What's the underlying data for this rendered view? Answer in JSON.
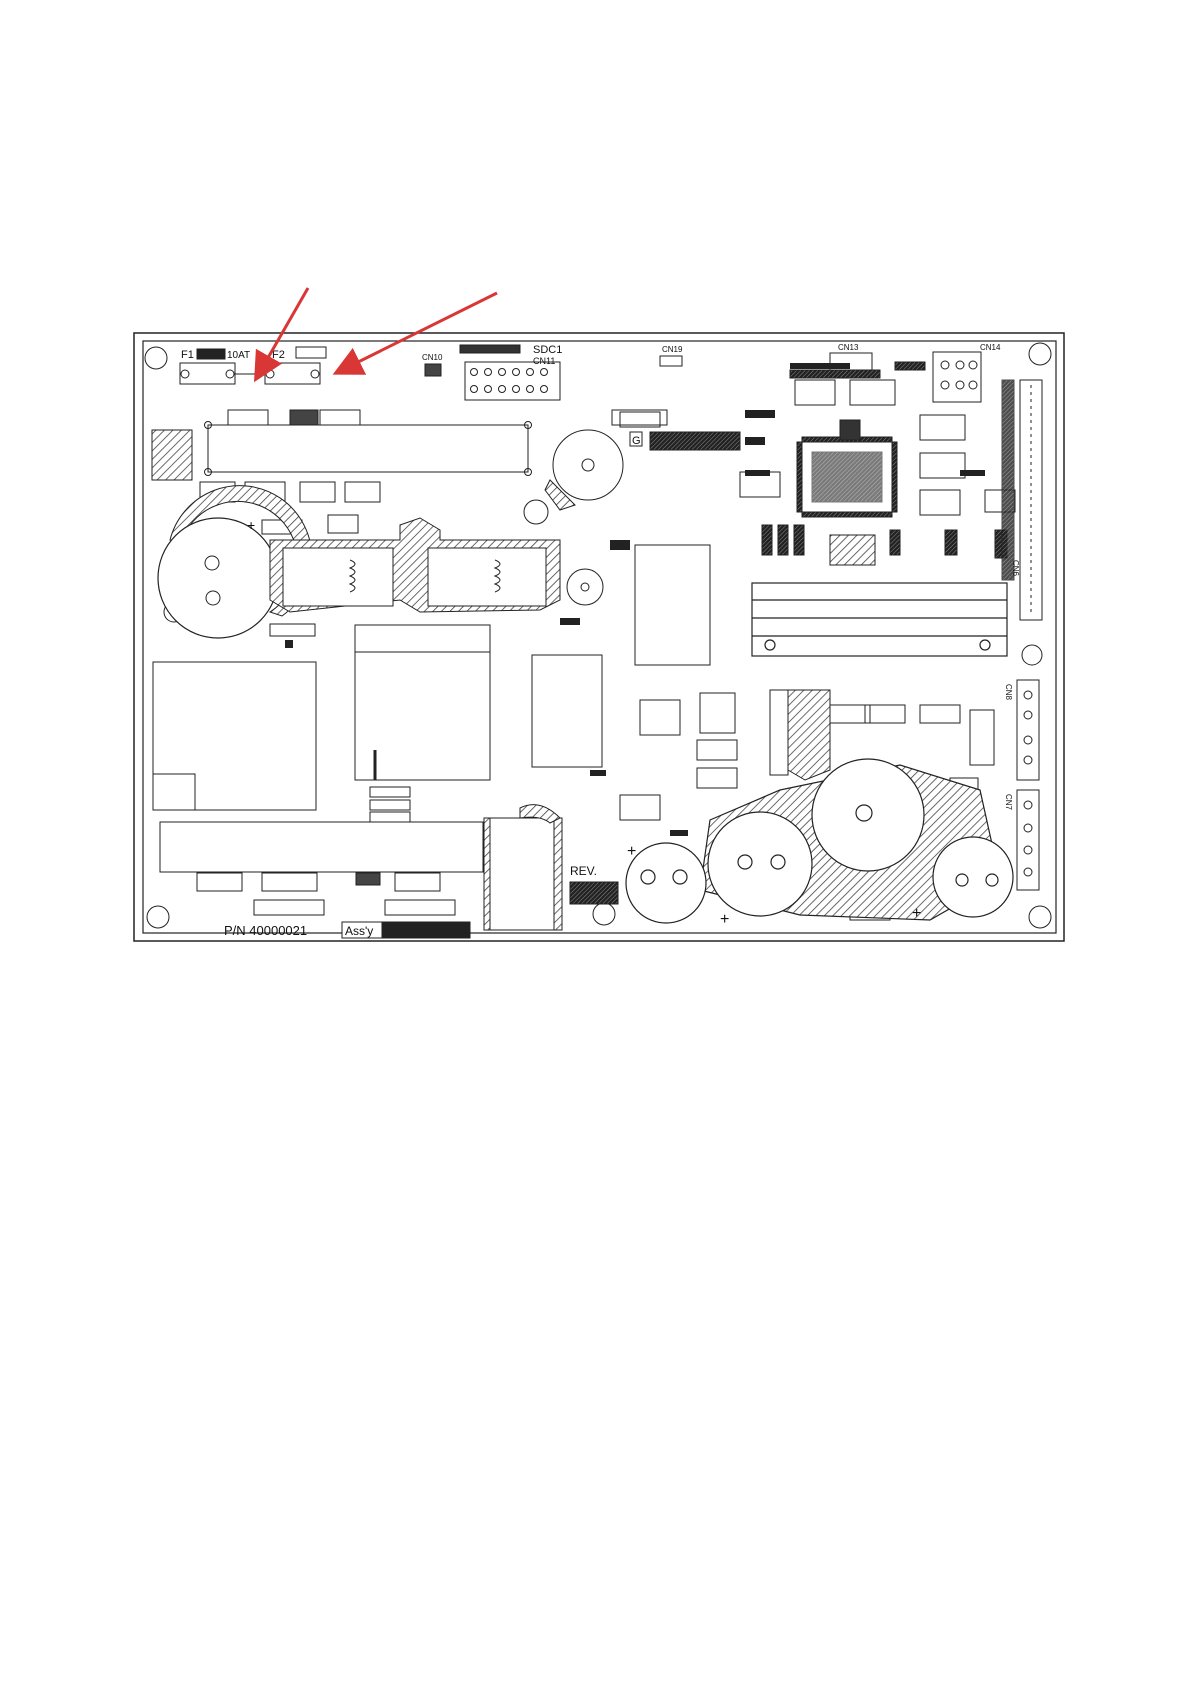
{
  "diagram": {
    "labels": {
      "f1": "F1",
      "fuse_rating": "10AT",
      "f2": "F2",
      "cn10": "CN10",
      "sdc1": "SDC1",
      "cn11": "CN11",
      "cn19": "CN19",
      "cn13": "CN13",
      "cn14": "CN14",
      "cn8": "CN8",
      "cn6": "CN6",
      "cn7": "CN7",
      "g_mark": "G",
      "rev": "REV.",
      "part_number": "P/N  40000021",
      "assy": "Ass'y",
      "plus": "+"
    },
    "arrow_color": "#d93636",
    "arrow_count": 2
  }
}
